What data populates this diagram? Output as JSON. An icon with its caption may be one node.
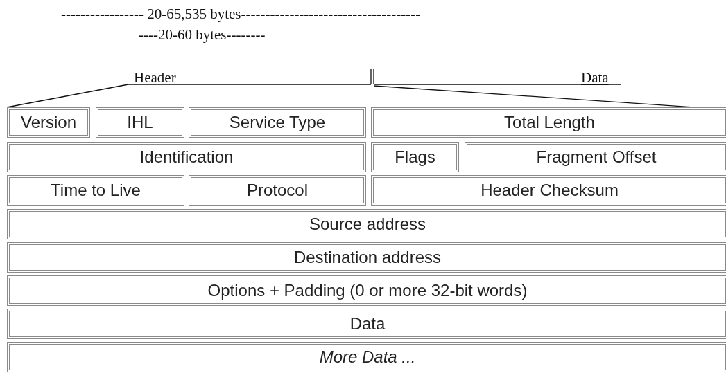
{
  "diagram": {
    "labels": [
      "----------------- 20-65,535 bytes-------------------------------------",
      "----20-60 bytes--------",
      "Header",
      "Data",
      "Version",
      "IHL",
      "Service Type",
      "Total Length",
      "Identification",
      "Flags",
      "Fragment Offset",
      "Time to Live",
      "Protocol",
      "Header Checksum",
      "Source address",
      "Destination address",
      "Options + Padding (0 or more 32-bit words)",
      "Data",
      "More Data ..."
    ]
  }
}
